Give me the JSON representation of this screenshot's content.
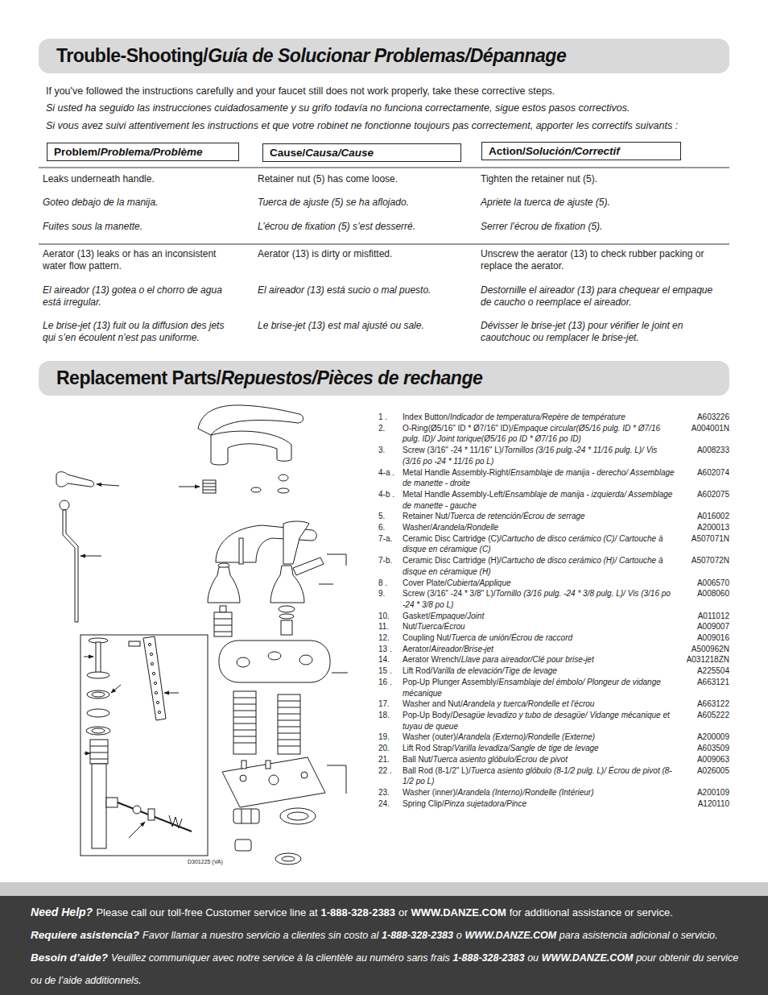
{
  "diagram": {
    "nodes": [
      {
        "text": [
          "Trouble-Shooting/",
          "Guía de Solucionar Problemas/Dépannage"
        ]
      },
      {
        "text": [
          "Problem/",
          "Problema/Problème"
        ]
      },
      {
        "text": [
          "Cause/",
          "Causa/Cause"
        ]
      },
      {
        "text": [
          "Action/",
          "Solución/Correctif"
        ]
      },
      {
        "text": [
          "Replacement Parts/",
          "Repuestos/Pièces de rechange"
        ]
      },
      {
        "text": [
          "Need Help?",
          "Please call our toll-free Customer service line at",
          "1-888-328-2383",
          "or",
          "WWW.DANZE.COM",
          "for additional assistance or service.",
          "Requiere asistencia?",
          "Favor llamar a nuestro servicio a clientes sin costo al",
          "1-888-328-2383",
          "o",
          "WWW.DANZE.COM",
          "para asistencia adicional o servicio.",
          "Besoin d’aide?",
          "Veuillez communiquer avec notre service à la clientèle au numéro sans frais",
          "1-888-328-2383",
          "ou",
          "WWW.DANZE.COM",
          "pour obtenir du service ou de l’aide additionnels."
        ]
      }
    ],
    "labels": [
      "If you've followed the instructions carefully and your faucet still does not work properly, take these corrective steps.",
      "Si usted ha seguido las instrucciones cuidadosamente y su grifo todavía no funciona correctamente, sigue estos pasos correctivos.",
      "Si vous avez suivi attentivement les instructions et que votre robinet ne fonctionne toujours pas correctement, apporter les correctifs suivants :",
      "Leaks underneath handle.",
      "Goteo debajo de la manija.",
      "Fuites sous la manette.",
      "Retainer nut (5) has come loose.",
      "Tuerca de ajuste (5) se ha aflojado.",
      "L’écrou de fixation (5) s’est desserré.",
      "Tighten the retainer nut (5).",
      "Apriete la tuerca de ajuste (5).",
      "Serrer l’écrou de fixation (5).",
      "Aerator (13) leaks or has an inconsistent water flow pattern.",
      "El aireador (13) gotea o el chorro de agua está irregular.",
      "Le brise-jet (13) fuit ou la diffusion des jets qui s’en écoulent n’est pas uniforme.",
      "Aerator (13) is dirty or misfitted.",
      "El aireador (13) está sucio o mal puesto.",
      "Le brise-jet (13) est mal ajusté ou sale.",
      "Unscrew the aerator (13) to check rubber packing or replace the aerator.",
      "Destornille el aireador (13) para chequear el empaque de caucho o reemplace el aireador.",
      "Dévisser le brise-jet (13) pour vérifier le joint en caoutchouc ou remplacer le brise-jet.",
      "1 .",
      "Index Button/",
      "Indicador de temperatura/Repère de température",
      "A603226",
      "2.",
      "O-Ring(Ø5/16\" ID * Ø7/16\" ID)/",
      "Empaque circular(Ø5/16 pulg. ID * Ø7/16 pulg. ID)/ Joint torique(Ø5/16 po ID * Ø7/16 po ID)",
      "A004001N",
      "3.",
      "Screw (3/16\" -24 * 11/16\" L)/",
      "Tornillos (3/16 pulg.-24 * 11/16 pulg. L)/ Vis (3/16 po -24 * 11/16 po L)",
      "A008233",
      "4-a .",
      "Metal Handle Assembly-Right/",
      "Ensamblaje de manija - derecho/ Assemblage de manette - droite",
      "A602074",
      "4-b .",
      "Metal Handle Assembly-Left/",
      "Ensamblaje de manija - izquierda/ Assemblage de manette - gauche",
      "A602075",
      "5.",
      "Retainer Nut/",
      "Tuerca de retención/Écrou de serrage",
      "A016002",
      "6.",
      "Washer/",
      "Arandela/Rondelle",
      "A200013",
      "7-a.",
      "Ceramic Disc Cartridge (C)/",
      "Cartucho de disco cerámico (C)/ Cartouche à disque en céramique (C)",
      "A507071N",
      "7-b.",
      "Ceramic Disc Cartridge (H)/",
      "Cartucho de disco cerámico (H)/ Cartouche à disque en céramique (H)",
      "A507072N",
      "8 .",
      "Cover Plate/",
      "Cubierta/Applique",
      "A006570",
      "9.",
      "Screw (3/16\" -24 * 3/8\" L)/",
      "Tornillo (3/16 pulg. -24 * 3/8 pulg. L)/ Vis (3/16 po -24 * 3/8 po L)",
      "A008060",
      "10.",
      "Gasket/",
      "Empaque/Joint",
      "A011012",
      "11.",
      "Nut/",
      "Tuerca/Écrou",
      "A009007",
      "12.",
      "Coupling Nut/",
      "Tuerca de unión/Écrou de raccord",
      "A009016",
      "13 .",
      "Aerator/",
      "Aireador/Brise-jet",
      "A500962N",
      "14.",
      "Aerator Wrench/",
      "Llave para aireador/Clé pour brise-jet",
      "A031218ZN",
      "15 .",
      "Lift Rod/",
      "Varilla de elevación/Tige de levage",
      "A225504",
      "16 .",
      "Pop-Up Plunger Assembly/",
      "Ensamblaje del émbolo/ Plongeur de vidange mécanique",
      "A663121",
      "17.",
      "Washer and Nut/",
      "Arandela y tuerca/Rondelle et l'écrou",
      "A663122",
      "18.",
      "Pop-Up Body/",
      "Desagüe levadizo y tubo de desagüe/ Vidange mécanique et tuyau de queue",
      "A605222",
      "19.",
      "Washer (outer)/",
      "Arandela (Externo)/Rondelle (Externe)",
      "A200009",
      "20.",
      "Lift Rod Strap/",
      "Varilla levadiza/Sangle de tige de levage",
      "A603509",
      "21.",
      "Ball Nut/",
      "Tuerca asiento glóbulo/Écrou de pivot",
      "A009063",
      "22 .",
      "Ball Rod (8-1/2\" L)/",
      "Tuerca asiento glóbulo (8-1/2 pulg. L)/ Écrou de pivot (8-1/2 po L)",
      "A026005",
      "23.",
      "Washer (inner)/",
      "Arandela (Interno)/Rondelle (Intérieur)",
      "A200109",
      "24.",
      "Spring Clip/",
      "Pinza sujetadora/Pince",
      "A120110",
      "D301225 (VA)"
    ]
  }
}
